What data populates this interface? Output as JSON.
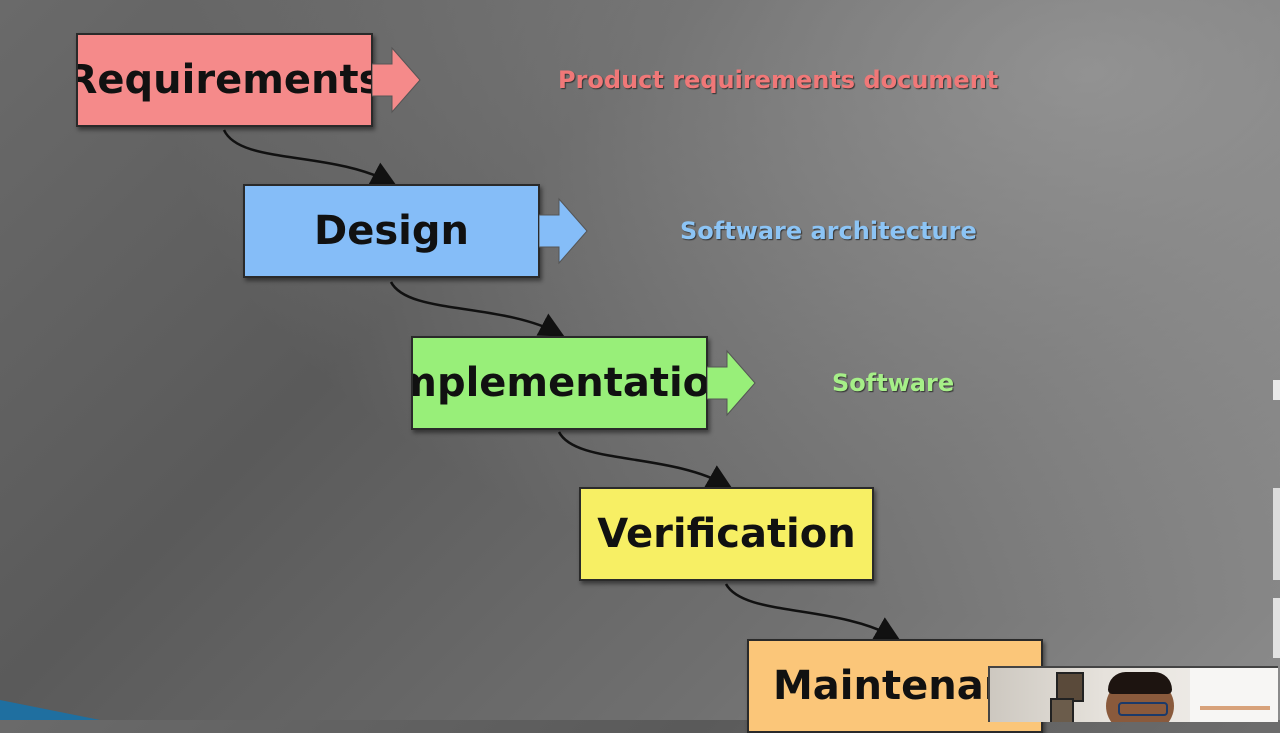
{
  "diagram": {
    "stages": [
      {
        "id": "requirements",
        "label": "Requirements",
        "color": "#f58a8a",
        "output": "Product requirements document",
        "output_color": "#f07878"
      },
      {
        "id": "design",
        "label": "Design",
        "color": "#85bdf8",
        "output": "Software architecture",
        "output_color": "#8cc4f5"
      },
      {
        "id": "implementation",
        "label": "Implementation",
        "color": "#98ef79",
        "output": "Software",
        "output_color": "#a6ef88"
      },
      {
        "id": "verification",
        "label": "Verification",
        "color": "#f7ef64",
        "output": "",
        "output_color": "#f7ef64"
      },
      {
        "id": "maintenance",
        "label": "Maintenance",
        "color": "#fbc679",
        "output": "",
        "output_color": "#fbc679"
      }
    ]
  },
  "colors": {
    "background": "#666666",
    "connector": "#111111",
    "corner_accent": "#1f6fa0"
  }
}
